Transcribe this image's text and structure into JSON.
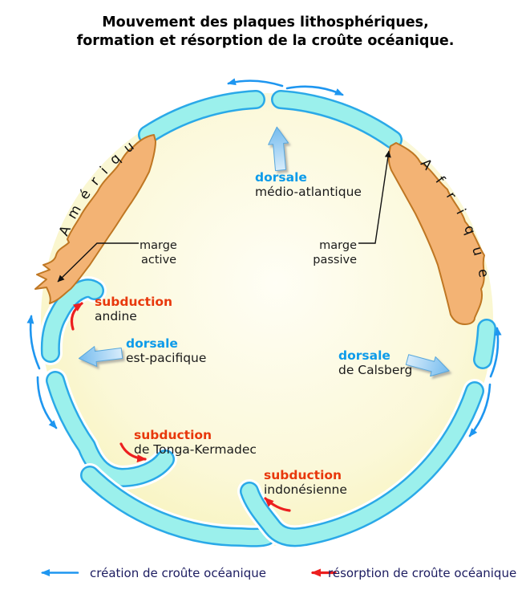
{
  "title": {
    "line1": "Mouvement des plaques lithosphériques,",
    "line2": "formation et résorption de la croûte océanique."
  },
  "continents": {
    "america": "Amérique",
    "africa": "Afrique"
  },
  "features": {
    "ridge_atlantic": {
      "term": "dorsale",
      "name": "médio-atlantique"
    },
    "ridge_east_pacific": {
      "term": "dorsale",
      "name": "est-pacifique"
    },
    "ridge_calsberg": {
      "term": "dorsale",
      "name": "de Calsberg"
    },
    "subduction_andine": {
      "term": "subduction",
      "name": "andine"
    },
    "subduction_tonga": {
      "term": "subduction",
      "name": "de Tonga-Kermadec"
    },
    "subduction_indonesian": {
      "term": "subduction",
      "name": "indonésienne"
    }
  },
  "margins": {
    "active": {
      "line1": "marge",
      "line2": "active"
    },
    "passive": {
      "line1": "marge",
      "line2": "passive"
    }
  },
  "legend": {
    "creation": {
      "label": "création de croûte océanique"
    },
    "resorption": {
      "label": "résorption de croûte océanique"
    }
  },
  "colors": {
    "crust_fill": "#9BF0EC",
    "crust_outline": "#2AA9E8",
    "continent_fill": "#F3B374",
    "continent_outline": "#BF7723",
    "interior_center": "#FFFEF5",
    "interior_edge": "#F5EFA5",
    "ridge_label_blue": "#0D9BEA",
    "subduction_label_red": "#E8380C",
    "creation_arrow_blue": "#1E96F0",
    "resorption_arrow_red": "#EC1F1F",
    "legend_text": "#1C1C60",
    "big_arrow_light": "#D7ECFB",
    "big_arrow_dark": "#74BBEE"
  }
}
